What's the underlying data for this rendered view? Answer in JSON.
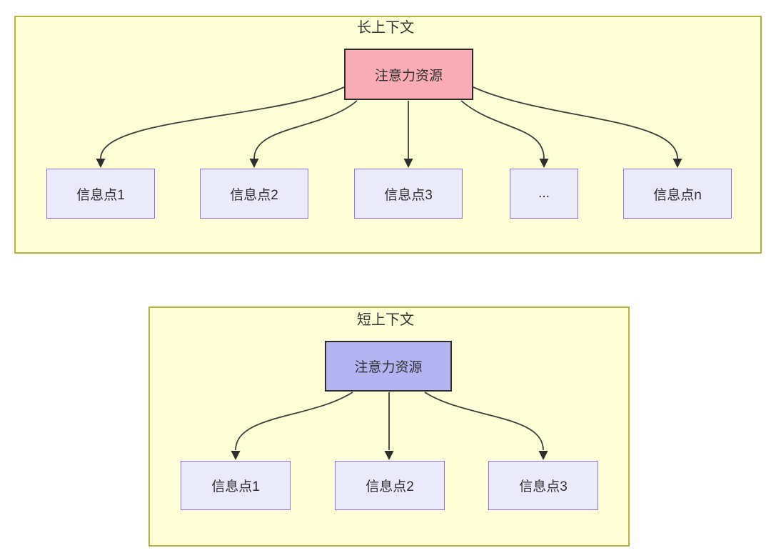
{
  "colors": {
    "container_fill": "#FDFDD6",
    "container_border": "#B2B23F",
    "root_pink_fill": "#FAACB6",
    "root_purple_fill": "#B5B4F2",
    "info_fill": "#EBEAFB",
    "info_border": "#9370DB",
    "edge_stroke": "#3D3D3D",
    "text": "#333333"
  },
  "diagram_top": {
    "title": "长上下文",
    "root_label": "注意力资源",
    "info_nodes": [
      "信息点1",
      "信息点2",
      "信息点3",
      "...",
      "信息点n"
    ],
    "edges": [
      {
        "from": "注意力资源",
        "to": "信息点1"
      },
      {
        "from": "注意力资源",
        "to": "信息点2"
      },
      {
        "from": "注意力资源",
        "to": "信息点3"
      },
      {
        "from": "注意力资源",
        "to": "..."
      },
      {
        "from": "注意力资源",
        "to": "信息点n"
      }
    ]
  },
  "diagram_bottom": {
    "title": "短上下文",
    "root_label": "注意力资源",
    "info_nodes": [
      "信息点1",
      "信息点2",
      "信息点3"
    ],
    "edges": [
      {
        "from": "注意力资源",
        "to": "信息点1"
      },
      {
        "from": "注意力资源",
        "to": "信息点2"
      },
      {
        "from": "注意力资源",
        "to": "信息点3"
      }
    ]
  }
}
